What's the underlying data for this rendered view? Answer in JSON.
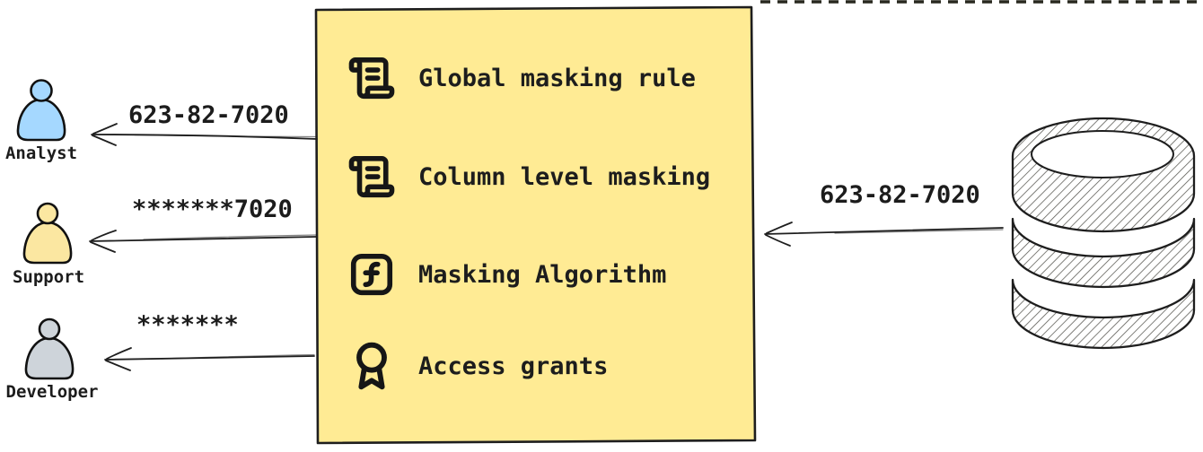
{
  "canvas": {
    "background": "#ffffff"
  },
  "personas": [
    {
      "name": "Analyst",
      "received_value": "623-82-7020",
      "color": "#a5d8ff",
      "icon": "analyst-person-icon"
    },
    {
      "name": "Support",
      "received_value": "*******7020",
      "color": "#fbe7a1",
      "icon": "support-person-icon"
    },
    {
      "name": "Developer",
      "received_value": "*******",
      "color": "#ced4da",
      "icon": "developer-person-icon"
    }
  ],
  "policy_box": {
    "fill": "#ffeb94",
    "border_color": "#1e1e1e",
    "items": [
      {
        "icon": "scroll-text-icon",
        "label": "Global masking rule"
      },
      {
        "icon": "scroll-text-icon",
        "label": "Column level masking"
      },
      {
        "icon": "function-square-icon",
        "label": "Masking Algorithm"
      },
      {
        "icon": "award-icon",
        "label": "Access grants"
      }
    ]
  },
  "database": {
    "icon": "database-icon",
    "outgoing_value": "623-82-7020"
  }
}
